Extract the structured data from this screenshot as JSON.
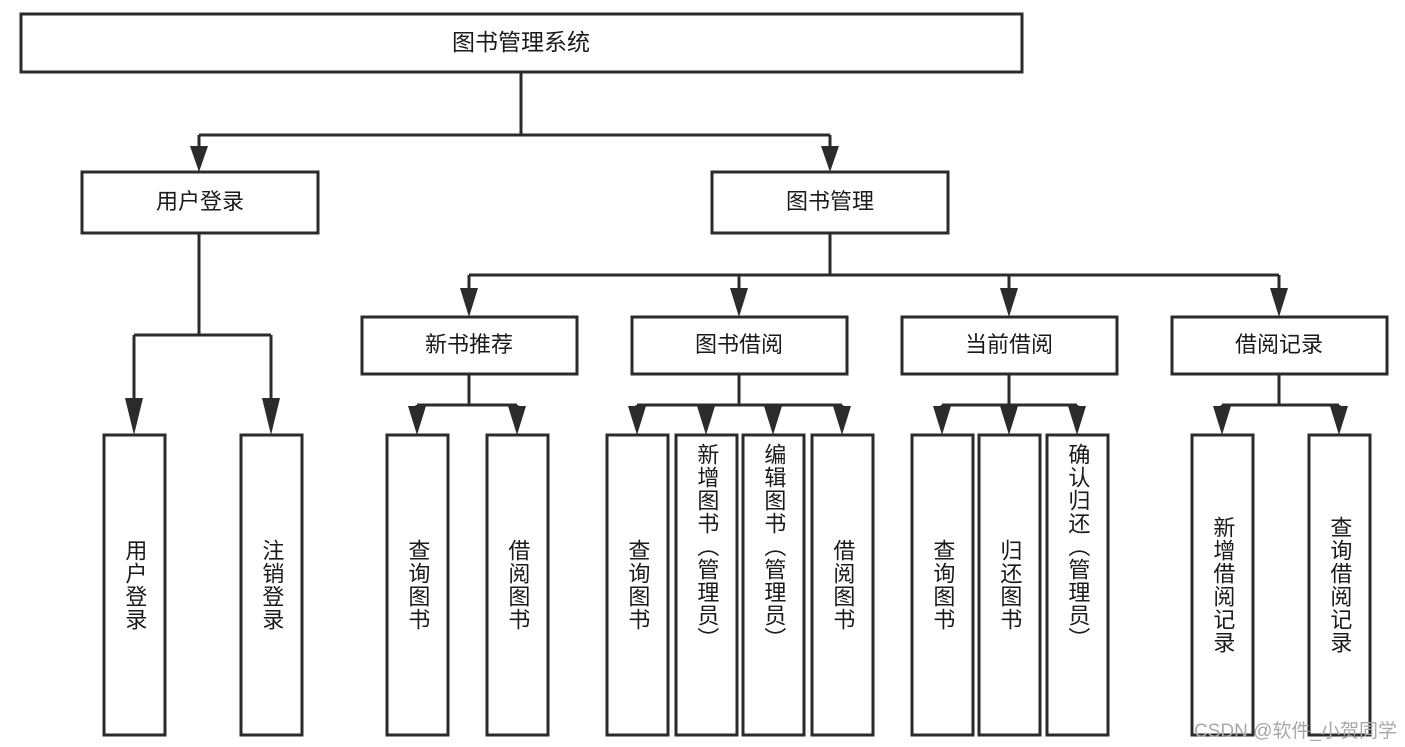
{
  "diagram": {
    "type": "tree-hierarchy",
    "title": "图书管理系统",
    "orientation": "top-down",
    "watermark": "CSDN @软件_小贺同学",
    "colors": {
      "stroke": "#2b2b2b",
      "node_fill": "#ffffff",
      "text": "#1a1a1a",
      "background": "#ffffff",
      "watermark": "#a8a8a8"
    },
    "root": {
      "id": "root",
      "label": "图书管理系统"
    },
    "level1": [
      {
        "id": "user-login",
        "label": "用户登录"
      },
      {
        "id": "book-manage",
        "label": "图书管理"
      }
    ],
    "level2": [
      {
        "id": "new-book-recommend",
        "label": "新书推荐",
        "parent": "book-manage"
      },
      {
        "id": "book-borrow",
        "label": "图书借阅",
        "parent": "book-manage"
      },
      {
        "id": "current-borrow",
        "label": "当前借阅",
        "parent": "book-manage"
      },
      {
        "id": "borrow-record",
        "label": "借阅记录",
        "parent": "book-manage"
      }
    ],
    "leaves": {
      "user-login": [
        {
          "id": "leaf-user-login",
          "label": "用户登录"
        },
        {
          "id": "leaf-user-logout",
          "label": "注销登录"
        }
      ],
      "new-book-recommend": [
        {
          "id": "leaf-query-book-1",
          "label": "查询图书"
        },
        {
          "id": "leaf-borrow-book-1",
          "label": "借阅图书"
        }
      ],
      "book-borrow": [
        {
          "id": "leaf-query-book-2",
          "label": "查询图书"
        },
        {
          "id": "leaf-add-book-admin",
          "label": "新增图书（管理员）"
        },
        {
          "id": "leaf-edit-book-admin",
          "label": "编辑图书（管理员）"
        },
        {
          "id": "leaf-borrow-book-2",
          "label": "借阅图书"
        }
      ],
      "current-borrow": [
        {
          "id": "leaf-query-book-3",
          "label": "查询图书"
        },
        {
          "id": "leaf-return-book",
          "label": "归还图书"
        },
        {
          "id": "leaf-confirm-return-admin",
          "label": "确认归还（管理员）"
        }
      ],
      "borrow-record": [
        {
          "id": "leaf-add-borrow-record",
          "label": "新增借阅记录"
        },
        {
          "id": "leaf-query-borrow-record",
          "label": "查询借阅记录"
        }
      ]
    }
  }
}
